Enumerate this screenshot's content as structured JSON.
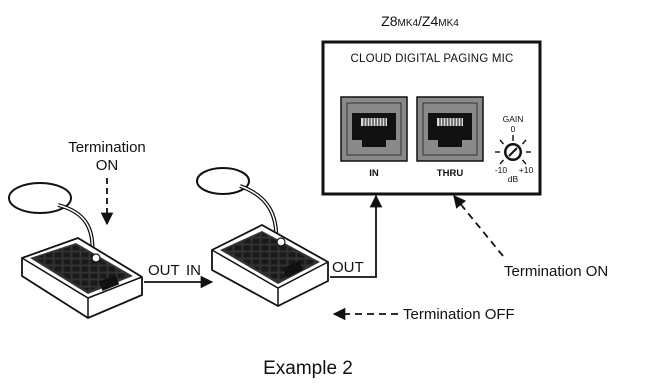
{
  "model_title": {
    "main1": "Z8",
    "mk1": "MK4",
    "sep": "/Z4",
    "mk2": "MK4"
  },
  "panel": {
    "title": "CLOUD DIGITAL PAGING MIC",
    "jack_in": "IN",
    "jack_thru": "THRU",
    "gain_label": "GAIN",
    "gain_zero": "0",
    "gain_min": "-10",
    "gain_max": "+10",
    "gain_unit": "dB"
  },
  "labels": {
    "termination_on_1_line1": "Termination",
    "termination_on_1_line2": "ON",
    "termination_on_2": "Termination ON",
    "termination_off": "Termination OFF",
    "mic1_out": "OUT",
    "mic2_in": "IN",
    "mic2_out": "OUT"
  },
  "caption": "Example 2"
}
